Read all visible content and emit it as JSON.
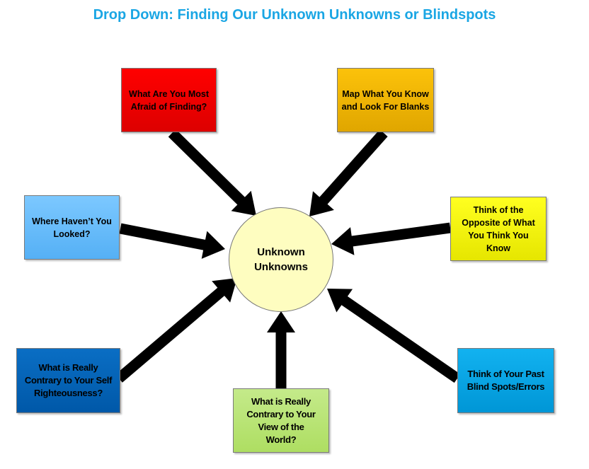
{
  "title": "Drop Down: Finding Our Unknown Unknowns or Blindspots",
  "center": {
    "label": "Unknown Unknowns",
    "color": "#fefdc0"
  },
  "boxes": [
    {
      "id": "afraid",
      "label": "What Are You Most Afraid of Finding?",
      "color_top": "#ff0000",
      "color_bottom": "#dd0000"
    },
    {
      "id": "map",
      "label": "Map What You Know and Look For Blanks",
      "color_top": "#fcc20a",
      "color_bottom": "#e0a600"
    },
    {
      "id": "looked",
      "label": "Where Haven’t You Looked?",
      "color_top": "#7cc8ff",
      "color_bottom": "#55b0f5"
    },
    {
      "id": "opposite",
      "label": "Think of the Opposite of What You Think You Know",
      "color_top": "#ffff20",
      "color_bottom": "#e6e600"
    },
    {
      "id": "self",
      "label": "What is Really Contrary to Your Self Righteousness?",
      "color_top": "#0a6ec4",
      "color_bottom": "#0058a8"
    },
    {
      "id": "world",
      "label": "What is Really Contrary to Your View of the World?",
      "color_top": "#c4ea8a",
      "color_bottom": "#aede62"
    },
    {
      "id": "past",
      "label": "Think of Your Past Blind Spots/Errors",
      "color_top": "#12b2f0",
      "color_bottom": "#0096d6"
    }
  ]
}
